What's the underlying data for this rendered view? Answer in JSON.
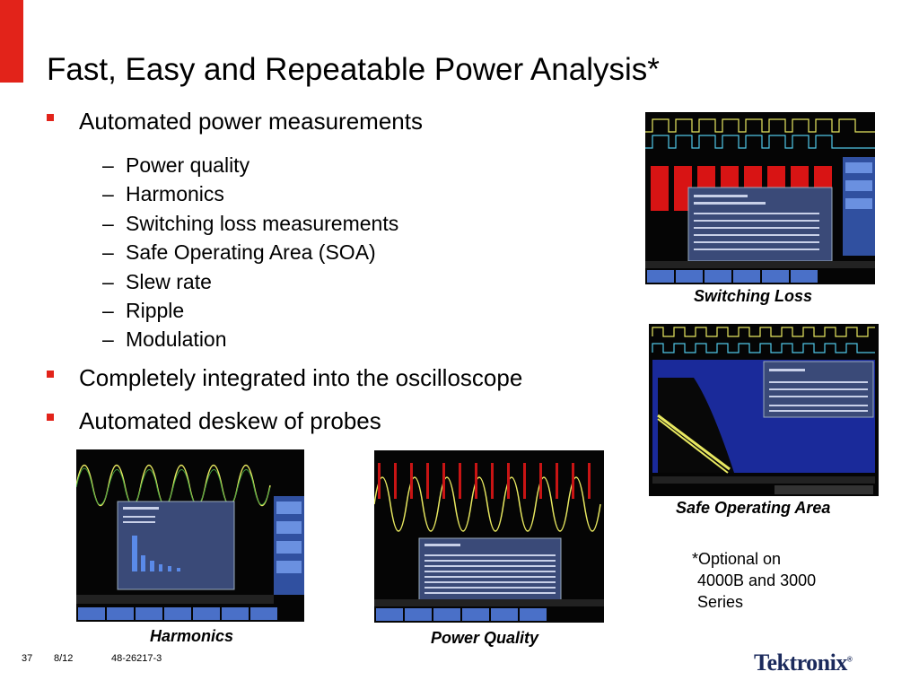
{
  "slide": {
    "title": "Fast, Easy and Repeatable Power Analysis*",
    "bullets": [
      "Automated power measurements",
      "Completely integrated into the oscilloscope",
      "Automated deskew of probes"
    ],
    "sub_bullets": [
      "Power quality",
      "Harmonics",
      "Switching loss measurements",
      "Safe Operating Area (SOA)",
      "Slew rate",
      "Ripple",
      "Modulation"
    ],
    "dash": "–",
    "captions": {
      "switching_loss": "Switching Loss",
      "safe_operating_area": "Safe Operating Area",
      "harmonics": "Harmonics",
      "power_quality": "Power Quality"
    },
    "note_lines": [
      "*Optional on",
      "4000B and 3000",
      "Series"
    ],
    "footer": {
      "page": "37",
      "date": "8/12",
      "doc": "48-26217-3"
    },
    "logo": {
      "text": "Tektronix",
      "mark": "®"
    }
  },
  "colors": {
    "accent": "#e2231a",
    "logo": "#1b2a5c",
    "panel": "#3a4a78",
    "button": "#4a70c8"
  }
}
